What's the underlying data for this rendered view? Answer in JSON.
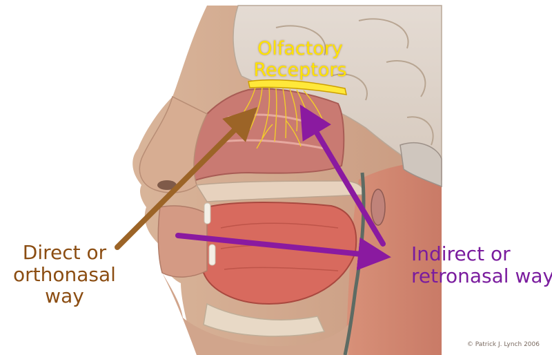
{
  "labels": {
    "olfactory": "Olfactory\nReceptors",
    "direct": "Direct or\northonasal\nway",
    "indirect": "Indirect or\nretronasal way"
  },
  "credit": "© Patrick J. Lynch 2006",
  "colors": {
    "olfactory_text": "#ffe400",
    "direct_arrow": "#9c6427",
    "indirect_arrow": "#8a1aa0",
    "direct_text": "#8b4d12",
    "indirect_text": "#7a1c9e"
  }
}
